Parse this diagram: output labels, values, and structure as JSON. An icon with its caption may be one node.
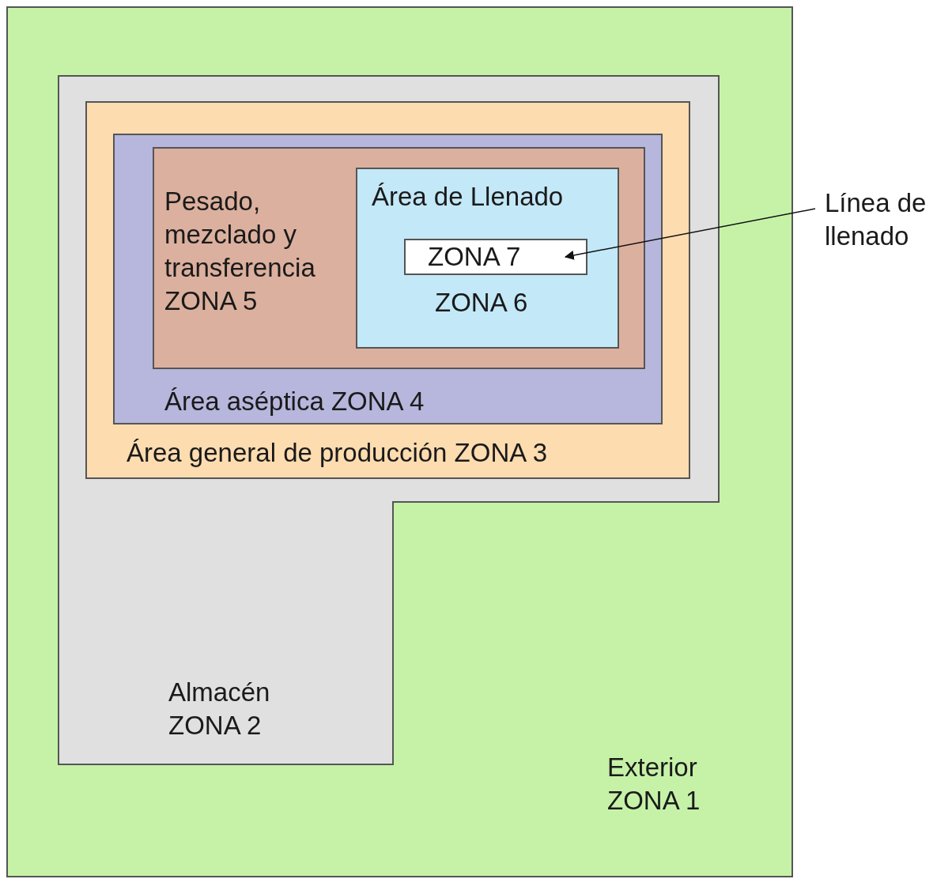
{
  "diagram": {
    "nodes": [
      {
        "text": [
          "Exterior ZONA 1"
        ]
      },
      {
        "text": [
          "Almacén ZONA 2"
        ],
        "in": 0
      },
      {
        "text": [
          "Área general de producción ZONA 3"
        ],
        "in": 1
      },
      {
        "text": [
          "Área aséptica ZONA 4"
        ],
        "in": 2
      },
      {
        "text": [
          "Pesado, mezclado y transferencia ZONA 5"
        ],
        "in": 3
      },
      {
        "text": [
          "Área de Llenado",
          "ZONA 6"
        ],
        "in": 4
      },
      {
        "text": [
          "ZONA 7"
        ],
        "in": 5
      },
      {
        "text": [
          "Línea de llenado"
        ]
      }
    ],
    "edges": [
      {
        "from": 7,
        "to": 6,
        "arrow": "to"
      }
    ]
  }
}
